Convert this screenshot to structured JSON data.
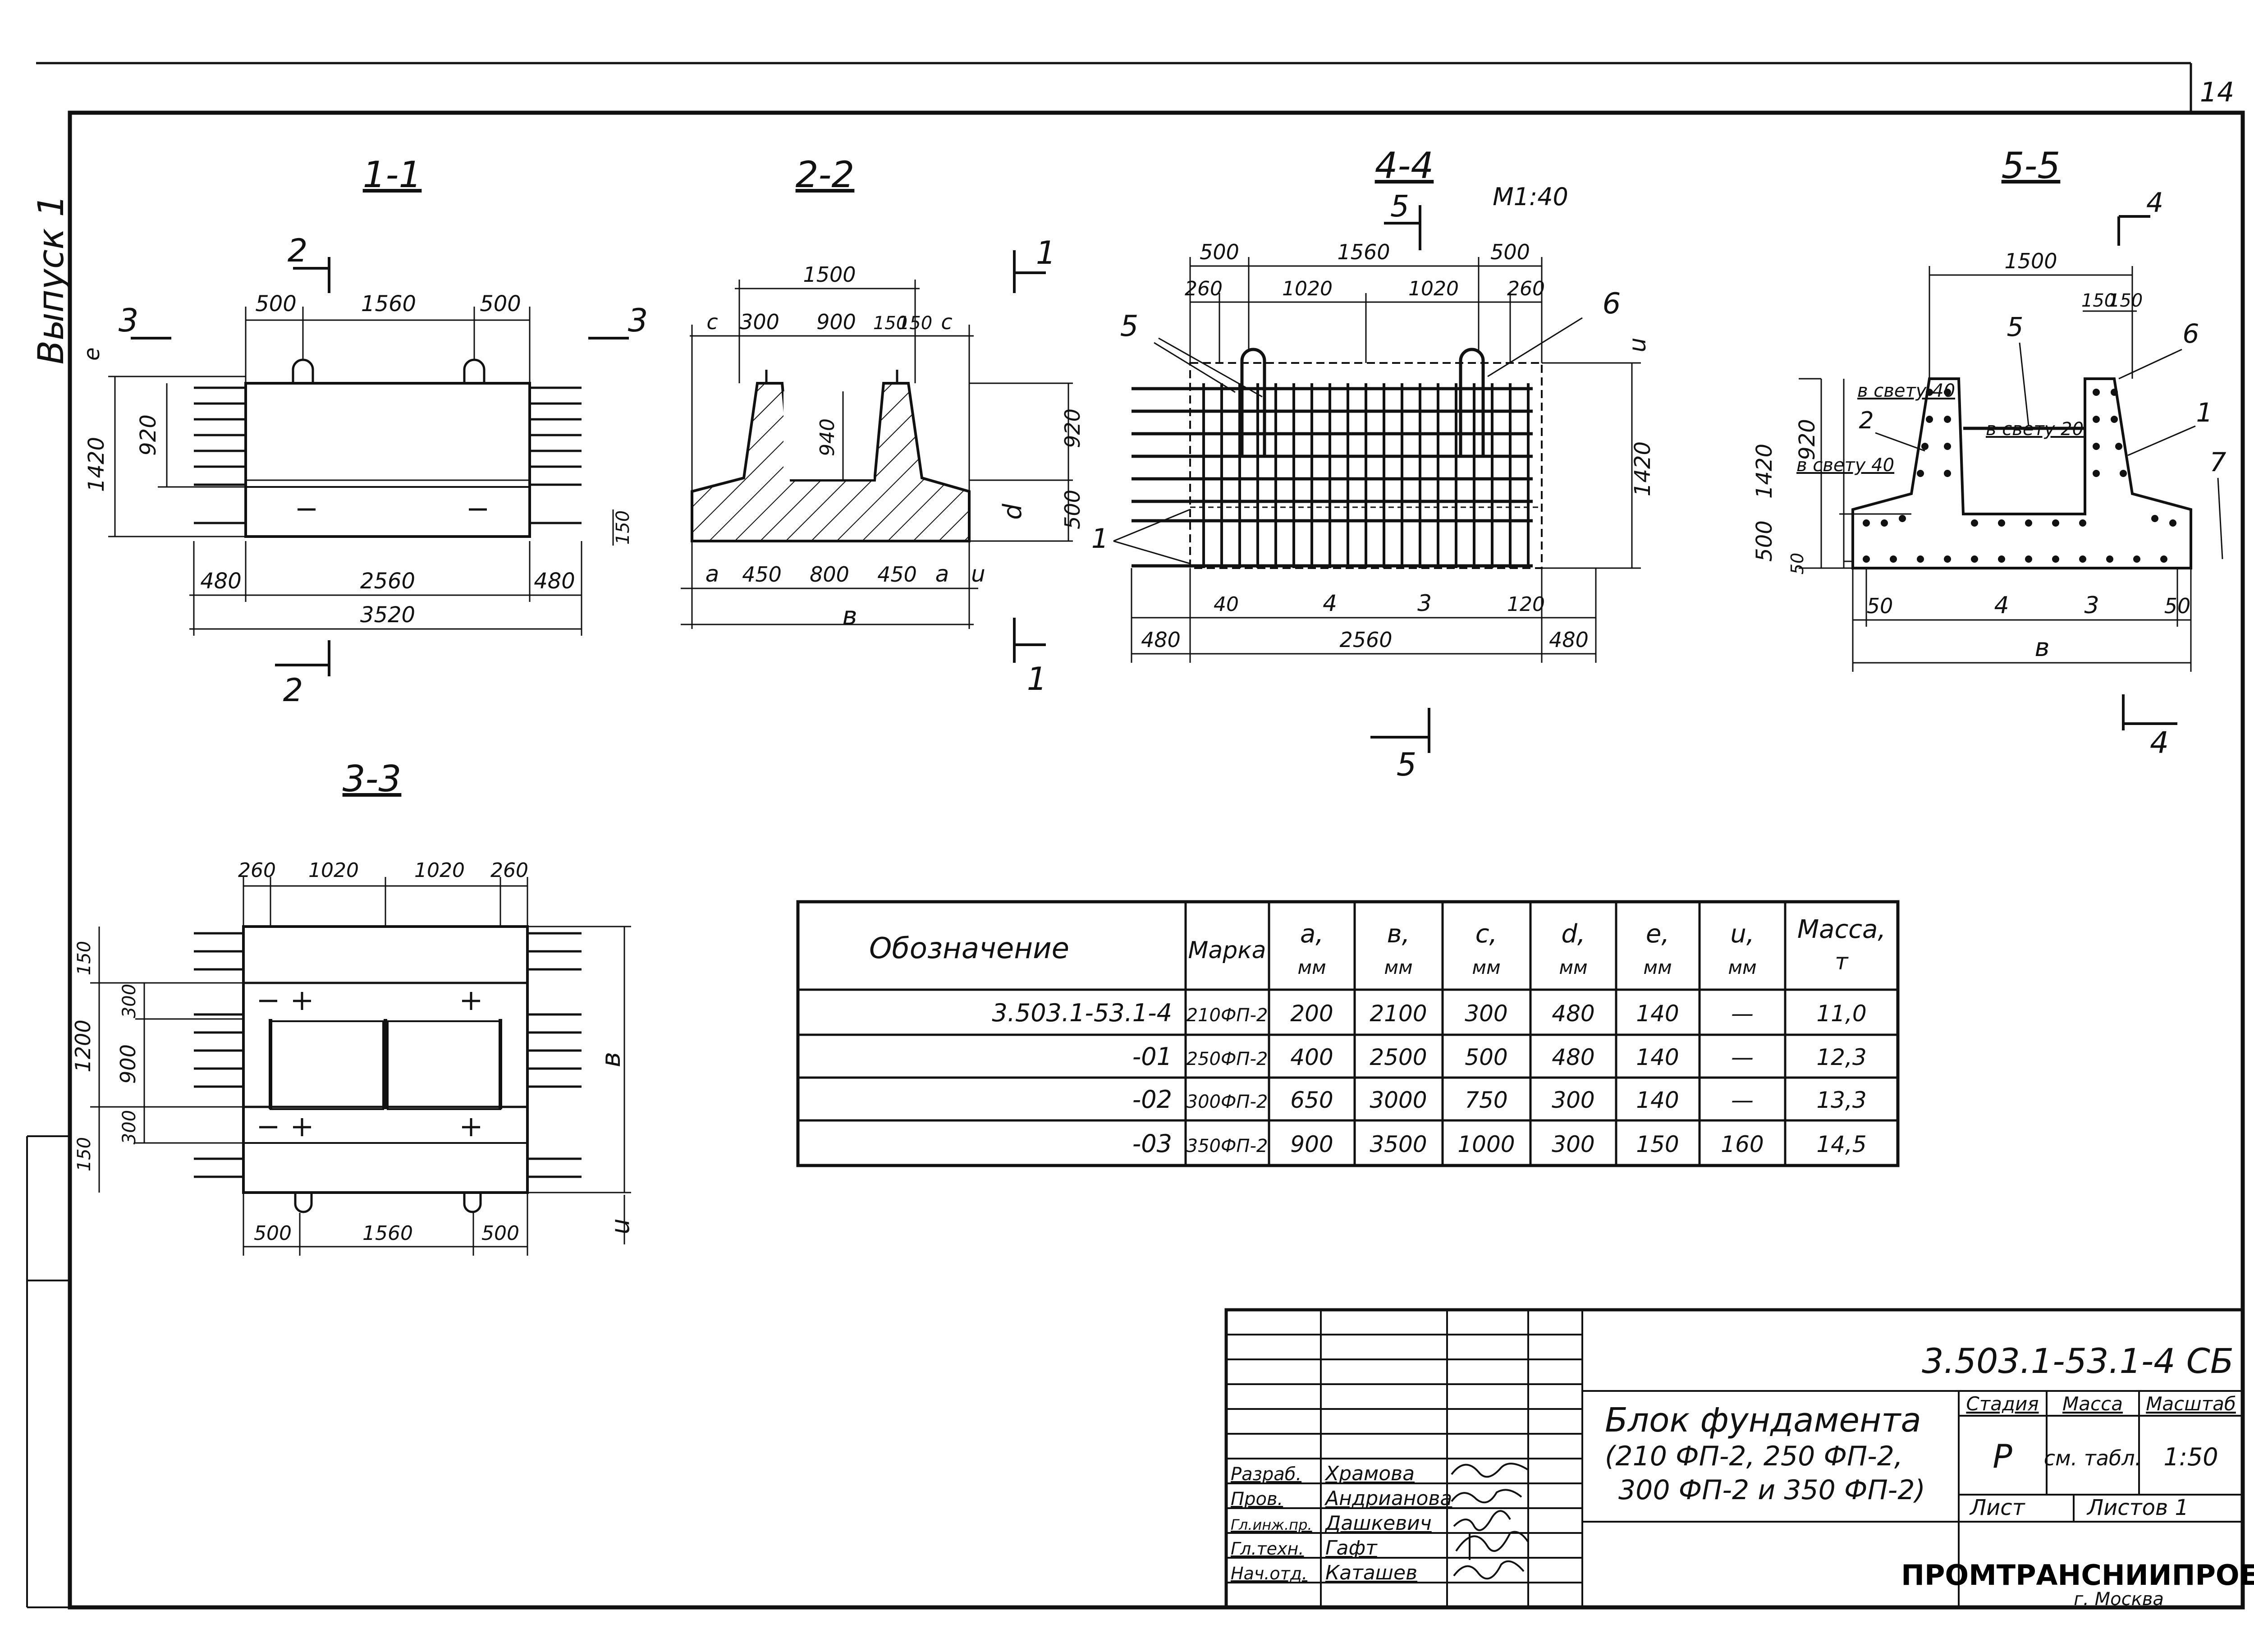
{
  "sheet": {
    "page_number": "14",
    "side_label": "Выпуск 1",
    "scale_note": "М1:40"
  },
  "views": {
    "v11": {
      "title": "1-1",
      "cut_mark_left": "2",
      "cut_mark_right": "2",
      "mark3_left": "3",
      "mark3_right": "3",
      "dims_top": [
        "500",
        "1560",
        "500"
      ],
      "dim_e": "e",
      "dims_left": [
        "1420",
        "920"
      ],
      "dims_bottom": [
        "480",
        "2560",
        "480"
      ],
      "dim_total": "3520",
      "dim_150": "150"
    },
    "v22": {
      "title": "2-2",
      "dim_top": "1500",
      "dims_top2": [
        "c",
        "300",
        "900",
        "150",
        "150",
        "c"
      ],
      "dim_940": "940",
      "dims_right": [
        "920",
        "500"
      ],
      "dim_d": "d",
      "dims_bottom": [
        "a",
        "450",
        "800",
        "450",
        "a",
        "u"
      ],
      "dim_b": "в",
      "cut1": "1"
    },
    "v44": {
      "title": "4-4",
      "mark5": "5",
      "dims_top": [
        "500",
        "1560",
        "500"
      ],
      "dims_top2": [
        "260",
        "1020",
        "1020",
        "260"
      ],
      "dim_u": "u",
      "dim_1420": "1420",
      "dims_bottom": [
        "40",
        "4",
        "3",
        "120"
      ],
      "dims_bottom2": [
        "480",
        "2560",
        "480"
      ],
      "callouts": [
        "5",
        "6",
        "1"
      ],
      "cut5": "5"
    },
    "v55": {
      "title": "5-5",
      "mark4": "4",
      "dim_top": "1500",
      "dims_top2": [
        "150",
        "150"
      ],
      "callouts": [
        "5",
        "6",
        "1",
        "2",
        "7"
      ],
      "notes": [
        "в свету 40",
        "в свету 20",
        "в свету 40"
      ],
      "dims_left": [
        "1420",
        "920",
        "500",
        "50"
      ],
      "dims_bottom": [
        "50",
        "4",
        "3",
        "50"
      ],
      "dim_b": "в",
      "cut4": "4"
    },
    "v33": {
      "title": "3-3",
      "dims_top": [
        "260",
        "1020",
        "1020",
        "260"
      ],
      "dims_left": [
        "150",
        "300",
        "1200",
        "900",
        "300",
        "150"
      ],
      "dim_b": "в",
      "dims_bottom": [
        "500",
        "1560",
        "500"
      ],
      "dim_u": "u"
    }
  },
  "spec_table": {
    "headers": [
      {
        "main": "Обозначение",
        "unit": ""
      },
      {
        "main": "Марка",
        "unit": ""
      },
      {
        "main": "a,",
        "unit": "мм"
      },
      {
        "main": "в,",
        "unit": "мм"
      },
      {
        "main": "c,",
        "unit": "мм"
      },
      {
        "main": "d,",
        "unit": "мм"
      },
      {
        "main": "e,",
        "unit": "мм"
      },
      {
        "main": "u,",
        "unit": "мм"
      },
      {
        "main": "Масса,",
        "unit": "т"
      }
    ],
    "rows": [
      [
        "3.503.1-53.1-4",
        "210ФП-2",
        "200",
        "2100",
        "300",
        "480",
        "140",
        "—",
        "11,0"
      ],
      [
        "-01",
        "250ФП-2",
        "400",
        "2500",
        "500",
        "480",
        "140",
        "—",
        "12,3"
      ],
      [
        "-02",
        "300ФП-2",
        "650",
        "3000",
        "750",
        "300",
        "140",
        "—",
        "13,3"
      ],
      [
        "-03",
        "350ФП-2",
        "900",
        "3500",
        "1000",
        "300",
        "150",
        "160",
        "14,5"
      ]
    ]
  },
  "title_block": {
    "doc_code": "3.503.1-53.1-4 СБ",
    "name_lines": [
      "Блок фундамента",
      "(210 ФП-2, 250 ФП-2,",
      "300 ФП-2 и 350 ФП-2)"
    ],
    "stage_label": "Стадия",
    "mass_label": "Масса",
    "scale_label": "Масштаб",
    "stage": "Р",
    "mass": "см. табл.",
    "scale": "1:50",
    "sheet_label": "Лист",
    "sheets_label": "Листов 1",
    "org": "ПРОМТРАНСНИИПРОЕКТ",
    "city": "г. Москва",
    "people": [
      {
        "role": "Разраб.",
        "name": "Храмова"
      },
      {
        "role": "Пров.",
        "name": "Андрианова"
      },
      {
        "role": "Гл.инж.пр.",
        "name": "Дашкевич"
      },
      {
        "role": "Гл.техн.",
        "name": "Гафт"
      },
      {
        "role": "Нач.отд.",
        "name": "Каташев"
      }
    ]
  }
}
